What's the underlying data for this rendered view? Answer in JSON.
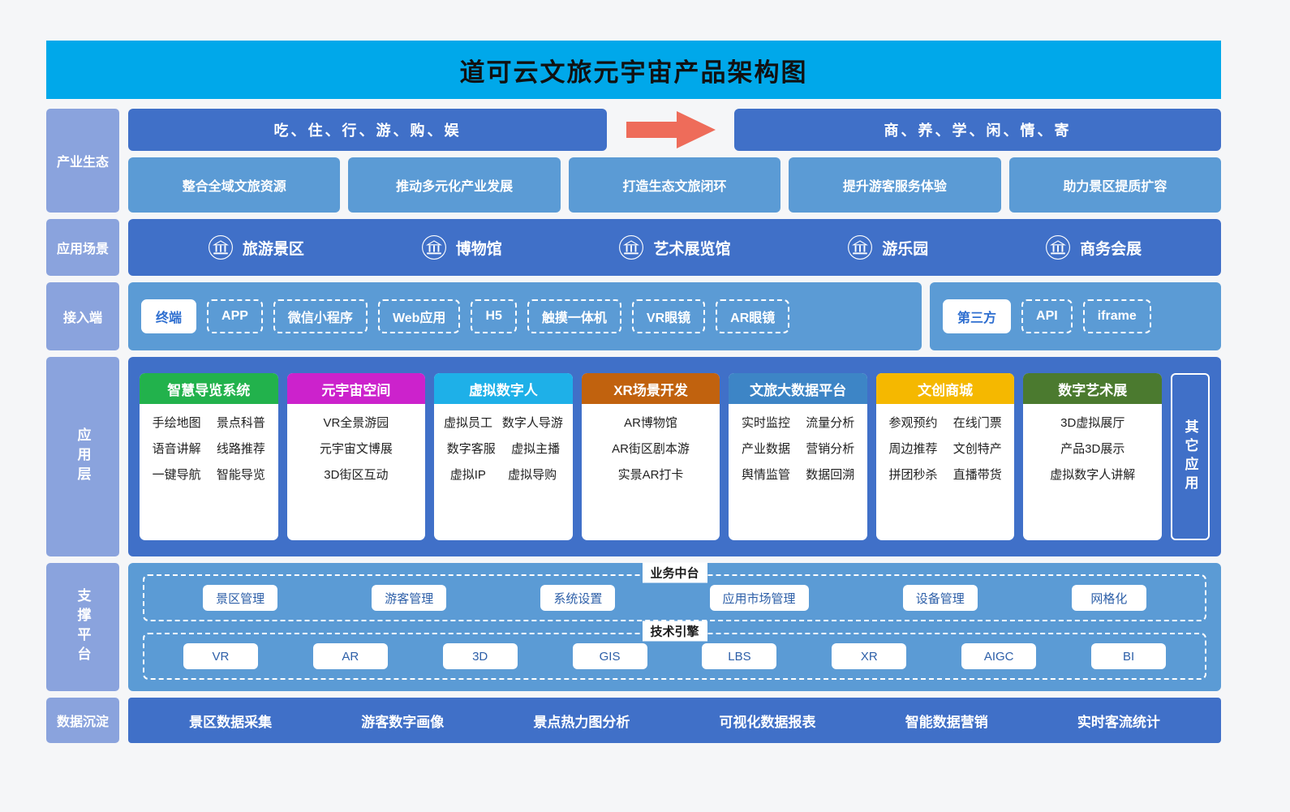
{
  "title": "道可云文旅元宇宙产品架构图",
  "industry": {
    "side_label": "产业生态",
    "band_left": "吃、住、行、游、购、娱",
    "band_right": "商、养、学、闲、情、寄",
    "arrow_icon": "right-arrow-icon",
    "arrow_color": "#ee6c5a",
    "cards": [
      "整合全域文旅资源",
      "推动多元化产业发展",
      "打造生态文旅闭环",
      "提升游客服务体验",
      "助力景区提质扩容"
    ]
  },
  "scene": {
    "side_label": "应用场景",
    "items": [
      {
        "label": "旅游景区",
        "icon": "museum-icon"
      },
      {
        "label": "博物馆",
        "icon": "museum-icon"
      },
      {
        "label": "艺术展览馆",
        "icon": "museum-icon"
      },
      {
        "label": "游乐园",
        "icon": "museum-icon"
      },
      {
        "label": "商务会展",
        "icon": "museum-icon"
      }
    ]
  },
  "access": {
    "side_label": "接入端",
    "main": [
      {
        "label": "终端",
        "style": "solid"
      },
      {
        "label": "APP",
        "style": "dashed"
      },
      {
        "label": "微信小程序",
        "style": "dashed"
      },
      {
        "label": "Web应用",
        "style": "dashed"
      },
      {
        "label": "H5",
        "style": "dashed"
      },
      {
        "label": "触摸一体机",
        "style": "dashed"
      },
      {
        "label": "VR眼镜",
        "style": "dashed"
      },
      {
        "label": "AR眼镜",
        "style": "dashed"
      }
    ],
    "third": [
      {
        "label": "第三方",
        "style": "solid"
      },
      {
        "label": "API",
        "style": "dashed"
      },
      {
        "label": "iframe",
        "style": "dashed"
      }
    ]
  },
  "app_layer": {
    "side_label": "应用层",
    "other_label": "其它应用",
    "cards": [
      {
        "title": "智慧导览系统",
        "color": "#22b24c",
        "rows": [
          [
            "手绘地图",
            "景点科普"
          ],
          [
            "语音讲解",
            "线路推荐"
          ],
          [
            "一键导航",
            "智能导览"
          ]
        ]
      },
      {
        "title": "元宇宙空间",
        "color": "#cc22cc",
        "rows": [
          [
            "VR全景游园"
          ],
          [
            "元宇宙文博展"
          ],
          [
            "3D街区互动"
          ]
        ]
      },
      {
        "title": "虚拟数字人",
        "color": "#1eb0e8",
        "rows": [
          [
            "虚拟员工",
            "数字人导游"
          ],
          [
            "数字客服",
            "虚拟主播"
          ],
          [
            "虚拟IP",
            "虚拟导购"
          ]
        ]
      },
      {
        "title": "XR场景开发",
        "color": "#c1620e",
        "rows": [
          [
            "AR博物馆"
          ],
          [
            "AR街区剧本游"
          ],
          [
            "实景AR打卡"
          ]
        ]
      },
      {
        "title": "文旅大数据平台",
        "color": "#3d85c6",
        "rows": [
          [
            "实时监控",
            "流量分析"
          ],
          [
            "产业数据",
            "营销分析"
          ],
          [
            "舆情监管",
            "数据回溯"
          ]
        ]
      },
      {
        "title": "文创商城",
        "color": "#f5b800",
        "rows": [
          [
            "参观预约",
            "在线门票"
          ],
          [
            "周边推荐",
            "文创特产"
          ],
          [
            "拼团秒杀",
            "直播带货"
          ]
        ]
      },
      {
        "title": "数字艺术展",
        "color": "#4b7a2f",
        "rows": [
          [
            "3D虚拟展厅"
          ],
          [
            "产品3D展示"
          ],
          [
            "虚拟数字人讲解"
          ]
        ]
      }
    ]
  },
  "support": {
    "side_label": "支撑平台",
    "groups": [
      {
        "title": "业务中台",
        "items": [
          "景区管理",
          "游客管理",
          "系统设置",
          "应用市场管理",
          "设备管理",
          "网格化"
        ]
      },
      {
        "title": "技术引擎",
        "items": [
          "VR",
          "AR",
          "3D",
          "GIS",
          "LBS",
          "XR",
          "AIGC",
          "BI"
        ]
      }
    ]
  },
  "data_layer": {
    "side_label": "数据沉淀",
    "items": [
      "景区数据采集",
      "游客数字画像",
      "景点热力图分析",
      "可视化数据报表",
      "智能数据营销",
      "实时客流统计"
    ]
  }
}
